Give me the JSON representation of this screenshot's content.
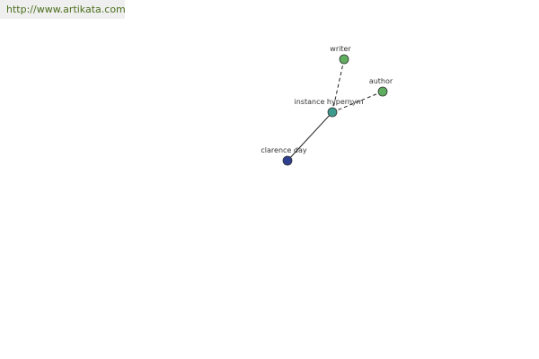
{
  "banner": {
    "url": "http://www.artikata.com"
  },
  "colors": {
    "banner_text": "#4a6e1c",
    "banner_bg": "#efefef",
    "node_hypernym": "#5fae5f",
    "node_relation": "#3d9b8e",
    "node_term": "#2f3f8f",
    "node_stroke": "#333333",
    "edge": "#222222"
  },
  "graph": {
    "nodes": [
      {
        "id": "writer",
        "label": "writer",
        "kind": "hypernym"
      },
      {
        "id": "author",
        "label": "author",
        "kind": "hypernym"
      },
      {
        "id": "instance_hypernym",
        "label": "instance hypernym",
        "kind": "relation"
      },
      {
        "id": "clarence_day",
        "label": "clarence day",
        "kind": "term"
      }
    ],
    "edges": [
      {
        "from": "clarence_day",
        "to": "instance_hypernym",
        "style": "solid"
      },
      {
        "from": "instance_hypernym",
        "to": "writer",
        "style": "dashed"
      },
      {
        "from": "instance_hypernym",
        "to": "author",
        "style": "dashed"
      }
    ]
  }
}
